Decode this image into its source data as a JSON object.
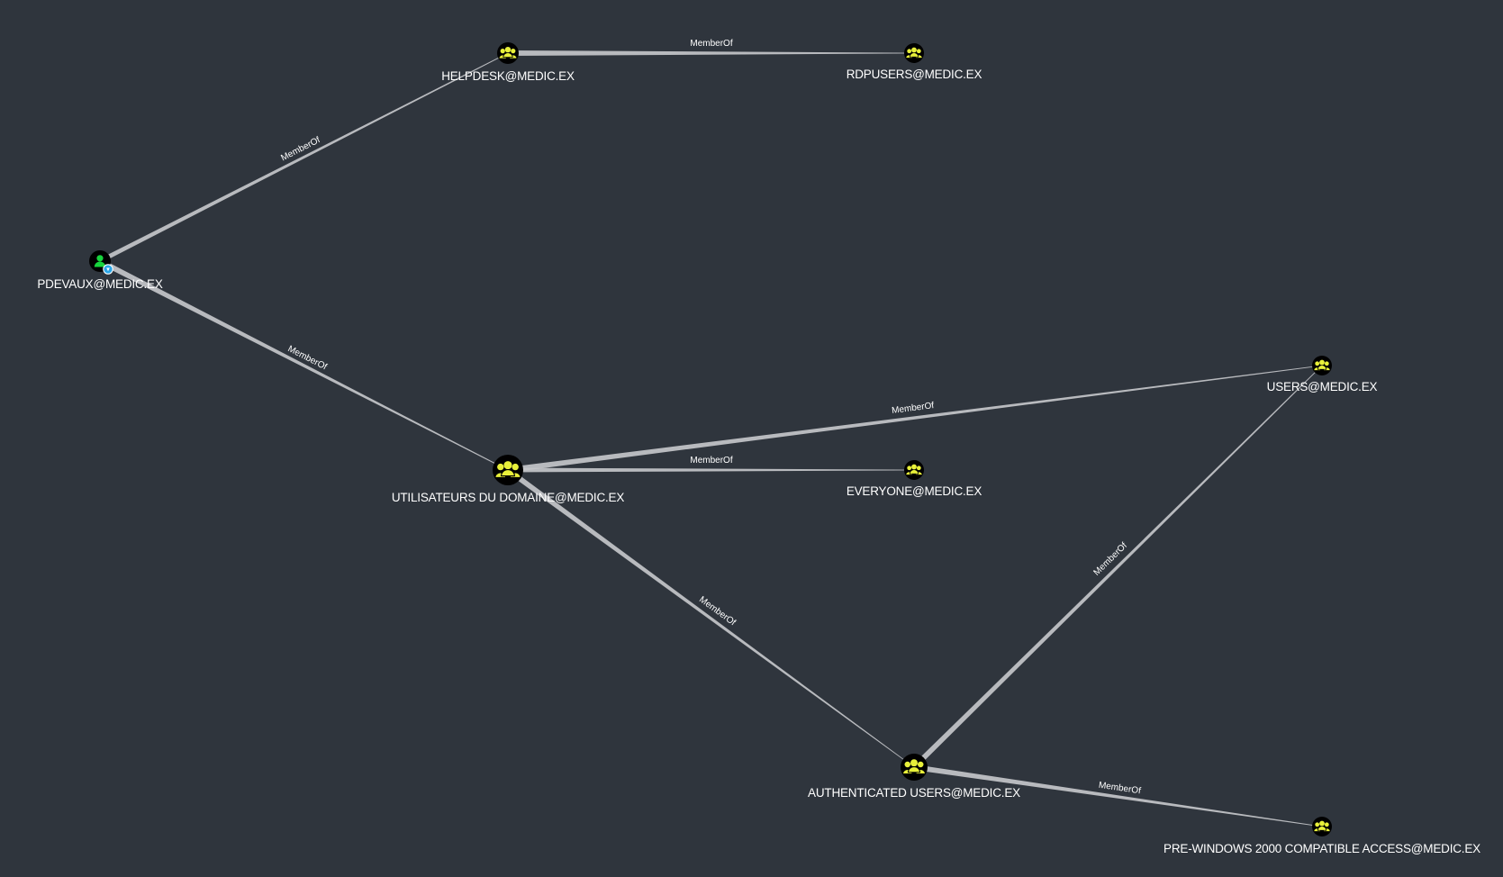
{
  "graph": {
    "background": "#2f353d",
    "edge_color": "#c4c6c9",
    "group_icon_color": "#e8f03a",
    "user_icon_color": "#17d43d",
    "node_fill": "#000000",
    "nodes": [
      {
        "id": "pdevaux",
        "label": "PDEVAUX@MEDIC.EX",
        "type": "user",
        "icon": "user-icon",
        "badge": "owned-badge-icon"
      },
      {
        "id": "helpdesk",
        "label": "HELPDESK@MEDIC.EX",
        "type": "group",
        "icon": "group-icon"
      },
      {
        "id": "rdpusers",
        "label": "RDPUSERS@MEDIC.EX",
        "type": "group",
        "icon": "group-icon"
      },
      {
        "id": "utilisateurs",
        "label": "UTILISATEURS DU DOMAINE@MEDIC.EX",
        "type": "group",
        "icon": "group-icon"
      },
      {
        "id": "everyone",
        "label": "EVERYONE@MEDIC.EX",
        "type": "group",
        "icon": "group-icon"
      },
      {
        "id": "users",
        "label": "USERS@MEDIC.EX",
        "type": "group",
        "icon": "group-icon"
      },
      {
        "id": "authusers",
        "label": "AUTHENTICATED USERS@MEDIC.EX",
        "type": "group",
        "icon": "group-icon"
      },
      {
        "id": "prewin2000",
        "label": "PRE-WINDOWS 2000 COMPATIBLE ACCESS@MEDIC.EX",
        "type": "group",
        "icon": "group-icon"
      }
    ],
    "edges": [
      {
        "from": "pdevaux",
        "to": "helpdesk",
        "label": "MemberOf"
      },
      {
        "from": "helpdesk",
        "to": "rdpusers",
        "label": "MemberOf"
      },
      {
        "from": "pdevaux",
        "to": "utilisateurs",
        "label": "MemberOf"
      },
      {
        "from": "utilisateurs",
        "to": "users",
        "label": "MemberOf"
      },
      {
        "from": "utilisateurs",
        "to": "everyone",
        "label": "MemberOf"
      },
      {
        "from": "utilisateurs",
        "to": "authusers",
        "label": "MemberOf"
      },
      {
        "from": "authusers",
        "to": "users",
        "label": "MemberOf"
      },
      {
        "from": "authusers",
        "to": "prewin2000",
        "label": "MemberOf"
      }
    ]
  }
}
